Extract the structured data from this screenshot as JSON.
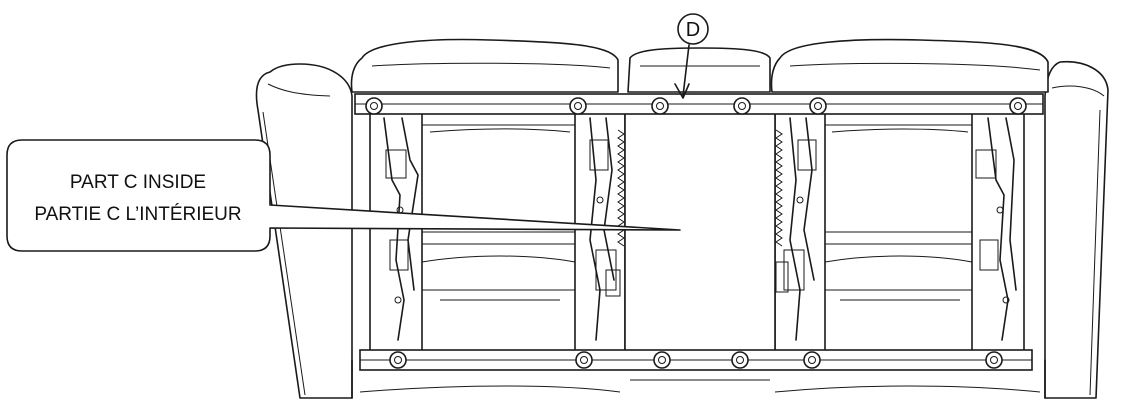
{
  "callout": {
    "line1": "PART C INSIDE",
    "line2": "PARTIE C L’INTÉRIEUR"
  },
  "marker": {
    "label": "D"
  },
  "colors": {
    "line": "#1a1a1a",
    "background": "#ffffff"
  }
}
